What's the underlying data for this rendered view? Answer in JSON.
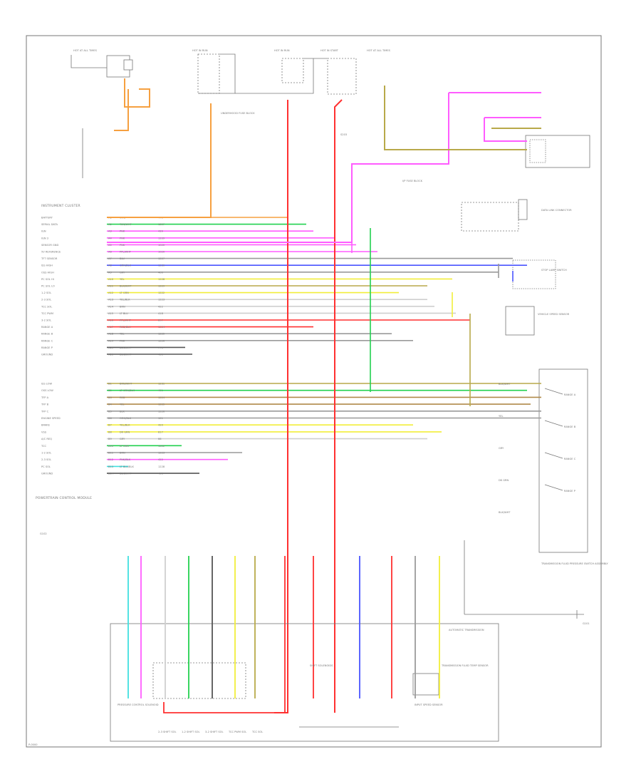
{
  "diagram": {
    "title": "",
    "frame_color": "#777777",
    "wire_colors": {
      "orange": "#f6a040",
      "red": "#ff3030",
      "pink": "#ff5cff",
      "green": "#22d14f",
      "blue": "#4a55ff",
      "yellow": "#f2ee3a",
      "olive": "#b8a94a",
      "gray": "#9a9a9a",
      "darkgray": "#555555",
      "brown": "#b08a4a",
      "cyan": "#40e0e0",
      "lightgray": "#cfcfcf"
    },
    "components": {
      "hot_at_all_times": "HOT AT ALL TIMES",
      "hot_in_run": "HOT IN RUN",
      "hot_in_run_2": "HOT IN RUN",
      "hot_in_start": "HOT IN START",
      "hot_at_all_times_2": "HOT AT ALL TIMES",
      "instrument_cluster": "INSTRUMENT CLUSTER",
      "tcm_header": "POWERTRAIN CONTROL MODULE",
      "pressure_control": "PRESSURE CONTROL SOLENOID",
      "pressure_switch": "TRANSMISSION FLUID PRESSURE SWITCH ASSEMBLY",
      "auto_trans": "AUTOMATIC TRANSMISSION",
      "speed_sensor": "VEHICLE SPEED SENSOR",
      "turbine_sensor": "INPUT SPEED SENSOR",
      "fluid_temp": "TRANSMISSION FLUID TEMP SENSOR",
      "shift_solenoids": "SHIFT SOLENOIDS",
      "ground": "G101",
      "ground2": "G102",
      "brake_switch": "STOP LAMP SWITCH",
      "diag_connector": "DATA LINK CONNECTOR",
      "fuse_block": "I/P FUSE BLOCK",
      "underhood_fuse": "UNDERHOOD FUSE BLOCK",
      "splice": "S203",
      "footer_code": "P-0000"
    },
    "left_pins": [
      {
        "pin": "A1",
        "label": "BATTERY",
        "wire": "ORG",
        "circ": "440"
      },
      {
        "pin": "A2",
        "label": "SERIAL DATA",
        "wire": "TAN/WHT",
        "circ": "1807"
      },
      {
        "pin": "A3",
        "label": "IGN",
        "wire": "PNK",
        "circ": "439"
      },
      {
        "pin": "A4",
        "label": "IGN 3",
        "wire": "PNK",
        "circ": "1339"
      },
      {
        "pin": "A5",
        "label": "SENSOR GND",
        "wire": "PNK",
        "circ": "1020"
      },
      {
        "pin": "A6",
        "label": "5V REFERENCE",
        "wire": "PPL/WHT",
        "circ": "1020"
      },
      {
        "pin": "A7",
        "label": "TFT SENSOR",
        "wire": "BLU",
        "circ": "1227"
      },
      {
        "pin": "A8",
        "label": "ISS HIGH",
        "wire": "GRN/BLK",
        "circ": "1230"
      },
      {
        "pin": "A9",
        "label": "OSS HIGH",
        "wire": "GRY",
        "circ": "400"
      },
      {
        "pin": "A10",
        "label": "PC SOL HI",
        "wire": "YEL",
        "circ": "1228"
      },
      {
        "pin": "A11",
        "label": "PC SOL LO",
        "wire": "BLK/WHT",
        "circ": "1229"
      },
      {
        "pin": "A12",
        "label": "1-2 SOL",
        "wire": "LT GRN",
        "circ": "1222"
      },
      {
        "pin": "A13",
        "label": "2-3 SOL",
        "wire": "YEL/BLK",
        "circ": "1223"
      },
      {
        "pin": "A14",
        "label": "TCC SOL",
        "wire": "BRN",
        "circ": "422"
      },
      {
        "pin": "A15",
        "label": "TCC PWM",
        "wire": "LT BLU",
        "circ": "418"
      },
      {
        "pin": "A16",
        "label": "3-2 SOL",
        "wire": "PPL/WHT",
        "circ": "897"
      },
      {
        "pin": "A17",
        "label": "RANGE A",
        "wire": "RED/BLK",
        "circ": "1224"
      },
      {
        "pin": "A18",
        "label": "RANGE B",
        "wire": "YEL",
        "circ": "1225"
      },
      {
        "pin": "A19",
        "label": "RANGE C",
        "wire": "PNK",
        "circ": "1226"
      },
      {
        "pin": "A20",
        "label": "RANGE P",
        "wire": "BLK/WHT",
        "circ": "776"
      },
      {
        "pin": "A21",
        "label": "GROUND",
        "wire": "BLK/WHT",
        "circ": "451"
      }
    ],
    "right_pins": [
      {
        "pin": "B1",
        "label": "ISS LOW",
        "wire": "BRN/WHT",
        "circ": "1231"
      },
      {
        "pin": "B2",
        "label": "OSS LOW",
        "wire": "LT GRN/BLK",
        "circ": "401"
      },
      {
        "pin": "B3",
        "label": "TFP A",
        "wire": "RED",
        "circ": "1224"
      },
      {
        "pin": "B4",
        "label": "TFP B",
        "wire": "YEL",
        "circ": "1225"
      },
      {
        "pin": "B5",
        "label": "TFP C",
        "wire": "BLK",
        "circ": "1226"
      },
      {
        "pin": "B6",
        "label": "ENGINE SPEED",
        "wire": "ORG/BLK",
        "circ": "121"
      },
      {
        "pin": "B7",
        "label": "BRAKE",
        "wire": "YEL/BLK",
        "circ": "420"
      },
      {
        "pin": "B8",
        "label": "VSS",
        "wire": "DK GRN",
        "circ": "817"
      },
      {
        "pin": "B9",
        "label": "A/C REQ",
        "wire": "GRY",
        "circ": "66"
      },
      {
        "pin": "B10",
        "label": "TCC",
        "wire": "LT GRN",
        "circ": "1222"
      },
      {
        "pin": "B11",
        "label": "1-2 SOL",
        "wire": "BRN",
        "circ": "1223"
      },
      {
        "pin": "B12",
        "label": "2-3 SOL",
        "wire": "PNK/BLK",
        "circ": "422"
      },
      {
        "pin": "B13",
        "label": "PC SOL",
        "wire": "LT BLU/BLK",
        "circ": "1228"
      },
      {
        "pin": "B14",
        "label": "GROUND",
        "wire": "BLK/WHT",
        "circ": "451"
      }
    ],
    "switch_labels": [
      "RANGE A",
      "RANGE B",
      "RANGE C",
      "RANGE P"
    ],
    "pressure_labels": [
      "BLK/WHT",
      "YEL",
      "GRY",
      "DK GRN",
      "BLK/WHT"
    ],
    "bottom_labels": [
      "2-3 SHIFT SOL",
      "1-2 SHIFT SOL",
      "3-2 SHIFT SOL",
      "TCC PWM SOL",
      "TCC SOL"
    ]
  }
}
